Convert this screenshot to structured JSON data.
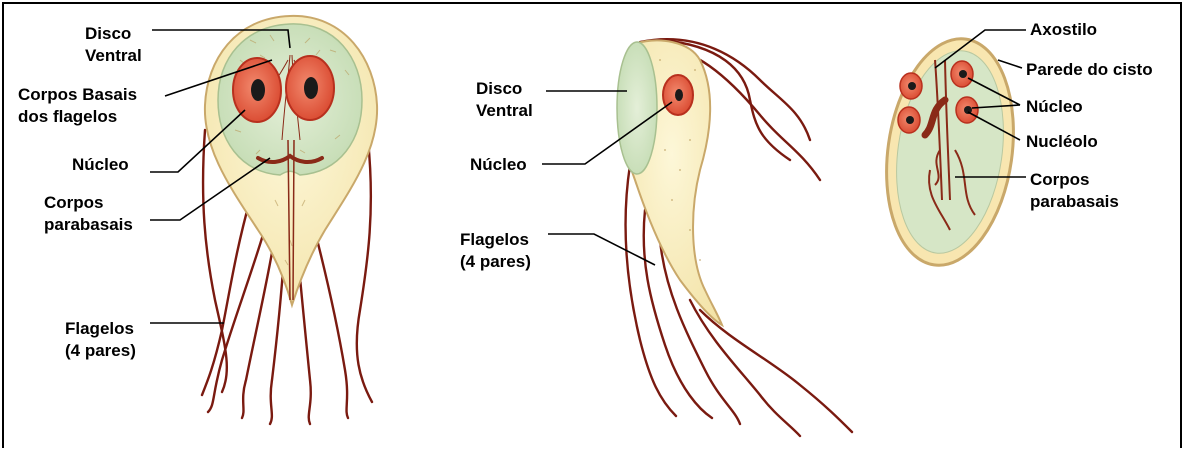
{
  "figure": {
    "front_view": {
      "labels": {
        "disco_ventral": [
          "Disco",
          "Ventral"
        ],
        "corpos_basais": [
          "Corpos Basais",
          "dos flagelos"
        ],
        "nucleo": [
          "Núcleo"
        ],
        "corpos_parabasais": [
          "Corpos",
          "parabasais"
        ],
        "flagelos": [
          "Flagelos",
          "(4 pares)"
        ]
      }
    },
    "side_view": {
      "labels": {
        "disco_ventral": [
          "Disco",
          "Ventral"
        ],
        "nucleo": [
          "Núcleo"
        ],
        "flagelos": [
          "Flagelos",
          "(4 pares)"
        ]
      }
    },
    "cyst_view": {
      "labels": {
        "axostilo": [
          "Axostilo"
        ],
        "parede_do_cisto": [
          "Parede do cisto"
        ],
        "nucleo": [
          "Núcleo"
        ],
        "nucleolo": [
          "Nucléolo"
        ],
        "corpos_parabasais": [
          "Corpos",
          "parabasais"
        ]
      }
    }
  },
  "colors": {
    "body_fill": "#f8efc0",
    "body_outline": "#c9a86a",
    "disc_fill": "#cfe3c0",
    "nucleus_fill": "#e8604a",
    "nucleus_outline": "#b8301e",
    "karyosome": "#1a1a1a",
    "flagellum": "#7a1a10",
    "leader_line": "#000000"
  }
}
